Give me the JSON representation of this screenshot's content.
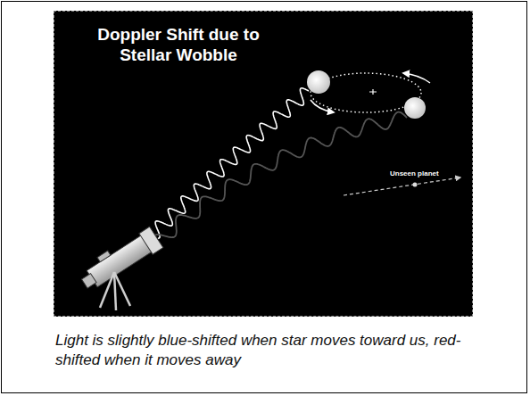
{
  "diagram": {
    "title": "Doppler Shift due to Stellar Wobble",
    "caption": "Light is slightly blue-shifted when star moves toward us, red-shifted when it moves away",
    "labels": [
      "Unseen planet"
    ]
  }
}
